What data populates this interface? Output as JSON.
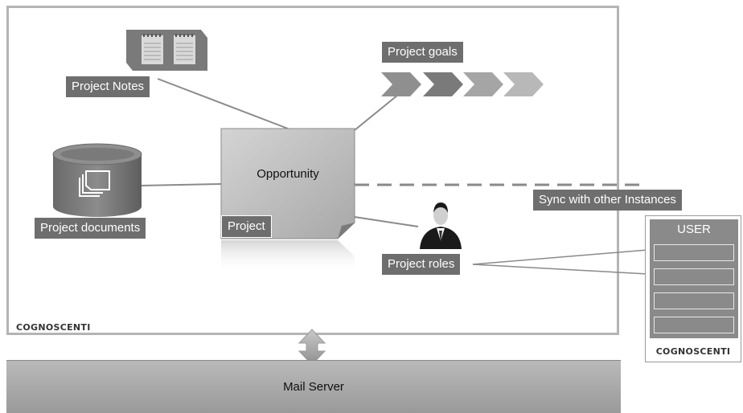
{
  "diagram": {
    "opportunity": "Opportunity",
    "project_label": "Project",
    "project_notes": "Project Notes",
    "project_goals": "Project goals",
    "project_documents": "Project documents",
    "project_roles": "Project roles",
    "sync_label": "Sync with other Instances",
    "brand_main": "COGNOSCENTI",
    "brand_user": "COGNOSCENTI",
    "user_title": "USER",
    "user_slot_count": 4,
    "mail_server": "Mail Server"
  },
  "icons": {
    "notes": "notepad-icon",
    "goals": "chevron-arrow-icon",
    "documents": "database-icon",
    "roles": "person-icon",
    "sync_arrow": "bidirectional-arrow-icon"
  },
  "colors": {
    "label_bg": "#6e6e6e",
    "frame_border": "#b4b4b4",
    "shape_fill": "#8a8a8a"
  }
}
